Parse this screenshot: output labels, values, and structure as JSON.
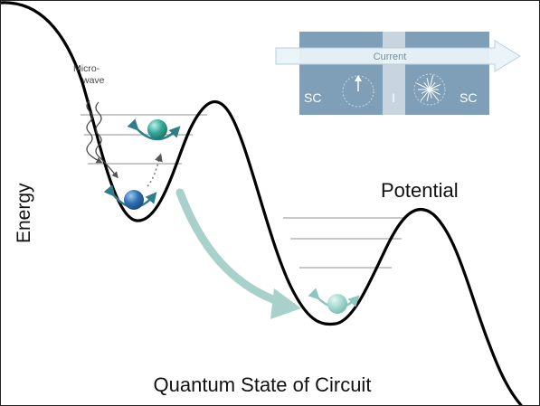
{
  "labels": {
    "energy": "Energy",
    "potential": "Potential",
    "xaxis": "Quantum State of Circuit",
    "micro": "Micro-",
    "wave": "wave"
  },
  "junction": {
    "current": "Current",
    "sc_left": "SC",
    "insulator": "I",
    "sc_right": "SC"
  },
  "colors": {
    "curve": "#000000",
    "level_line": "#a8a8a8",
    "junction_panel": "#7f9fb9",
    "insulator_bar": "#c9d5de",
    "current_arrow": "#eaf3f8",
    "ground_ball": "#2f6fb2",
    "excited_ball": "#35a99a",
    "tunnel_arrow": "#a9d1cc",
    "ball_arrow": "#2f7f8a"
  }
}
